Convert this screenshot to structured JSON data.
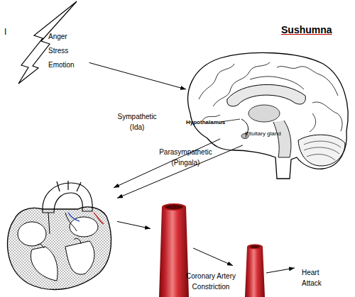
{
  "diagram": {
    "title": "Sushumna",
    "nodes": [
      {
        "text": [
          "Anger Stress Emotion"
        ]
      },
      {
        "text": [
          "Hypothalamus",
          "Pituitary gland"
        ]
      },
      {
        "text": []
      },
      {
        "text": []
      },
      {
        "text": []
      },
      {
        "text": [
          "Heart Attack"
        ]
      }
    ],
    "edges": [
      {
        "from": 0,
        "to": 1,
        "arrow": "to"
      },
      {
        "from": 1,
        "to": 2,
        "label": "Sympathetic (Ida)",
        "arrow": "to"
      },
      {
        "from": 1,
        "to": 2,
        "label": "Parasympathetic (Pingala)",
        "arrow": "to"
      },
      {
        "from": 2,
        "to": 3,
        "arrow": "to"
      },
      {
        "from": 3,
        "to": 4,
        "label": "Coronary Artery Constriction",
        "arrow": "to"
      },
      {
        "from": 4,
        "to": 5,
        "arrow": "to"
      }
    ],
    "labels": [
      "I"
    ]
  }
}
